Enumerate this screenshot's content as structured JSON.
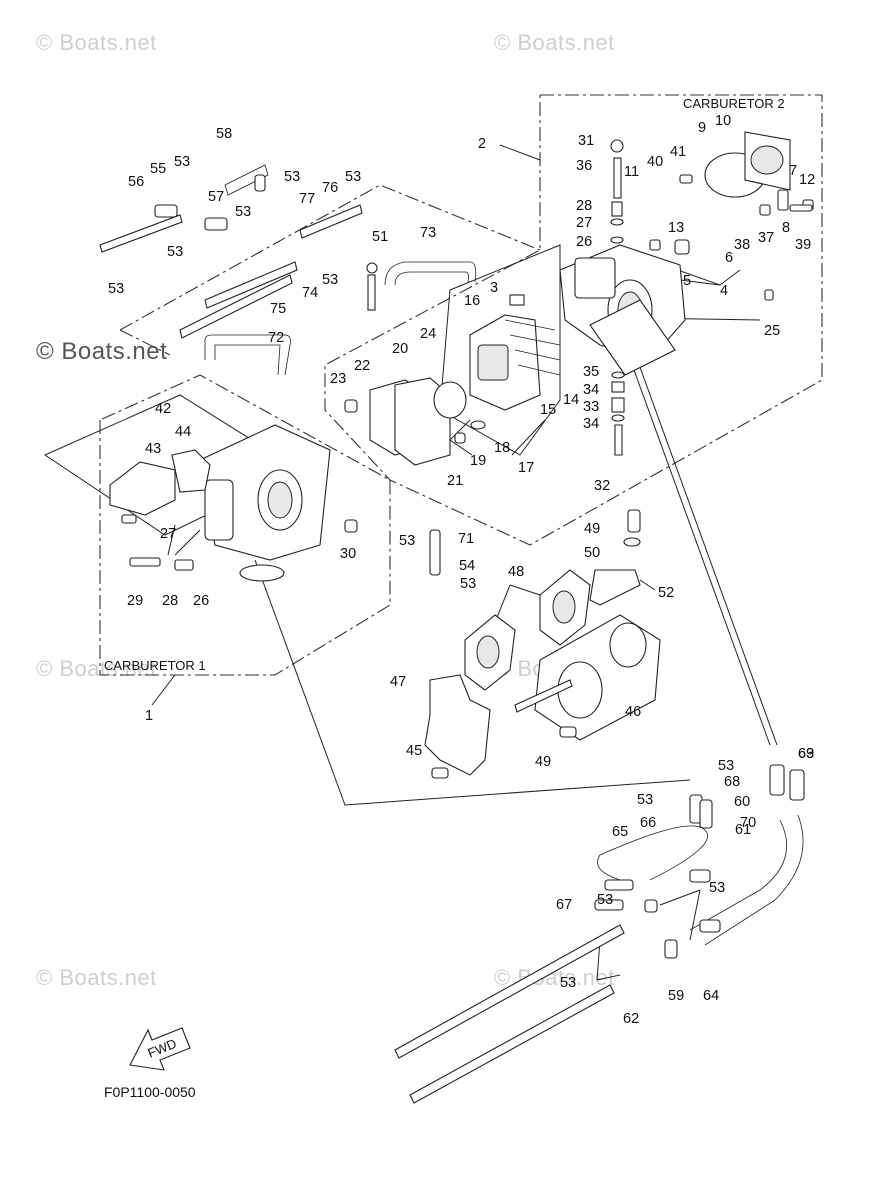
{
  "watermark": "© Boats.net",
  "figure_code": "F0P1100-0050",
  "fwd_label": "FWD",
  "group_labels": {
    "carb1": "CARBURETOR 1",
    "carb2": "CARBURETOR 2"
  },
  "callouts": [
    {
      "id": "c1",
      "text": "1"
    },
    {
      "id": "c2",
      "text": "2"
    },
    {
      "id": "c3",
      "text": "3"
    },
    {
      "id": "c4",
      "text": "4"
    },
    {
      "id": "c5",
      "text": "5"
    },
    {
      "id": "c6",
      "text": "6"
    },
    {
      "id": "c7",
      "text": "7"
    },
    {
      "id": "c8",
      "text": "8"
    },
    {
      "id": "c9",
      "text": "9"
    },
    {
      "id": "c10",
      "text": "10"
    },
    {
      "id": "c11",
      "text": "11"
    },
    {
      "id": "c12",
      "text": "12"
    },
    {
      "id": "c13",
      "text": "13"
    },
    {
      "id": "c14",
      "text": "14"
    },
    {
      "id": "c15",
      "text": "15"
    },
    {
      "id": "c16",
      "text": "16"
    },
    {
      "id": "c17",
      "text": "17"
    },
    {
      "id": "c18",
      "text": "18"
    },
    {
      "id": "c19",
      "text": "19"
    },
    {
      "id": "c20",
      "text": "20"
    },
    {
      "id": "c21",
      "text": "21"
    },
    {
      "id": "c22",
      "text": "22"
    },
    {
      "id": "c23",
      "text": "23"
    },
    {
      "id": "c24",
      "text": "24"
    },
    {
      "id": "c25",
      "text": "25"
    },
    {
      "id": "c26a",
      "text": "26"
    },
    {
      "id": "c26b",
      "text": "26"
    },
    {
      "id": "c27a",
      "text": "27"
    },
    {
      "id": "c27b",
      "text": "27"
    },
    {
      "id": "c28a",
      "text": "28"
    },
    {
      "id": "c28b",
      "text": "28"
    },
    {
      "id": "c29",
      "text": "29"
    },
    {
      "id": "c30",
      "text": "30"
    },
    {
      "id": "c31",
      "text": "31"
    },
    {
      "id": "c32",
      "text": "32"
    },
    {
      "id": "c33",
      "text": "33"
    },
    {
      "id": "c34a",
      "text": "34"
    },
    {
      "id": "c34b",
      "text": "34"
    },
    {
      "id": "c35",
      "text": "35"
    },
    {
      "id": "c36",
      "text": "36"
    },
    {
      "id": "c37",
      "text": "37"
    },
    {
      "id": "c38",
      "text": "38"
    },
    {
      "id": "c39",
      "text": "39"
    },
    {
      "id": "c40",
      "text": "40"
    },
    {
      "id": "c41",
      "text": "41"
    },
    {
      "id": "c42",
      "text": "42"
    },
    {
      "id": "c43",
      "text": "43"
    },
    {
      "id": "c44",
      "text": "44"
    },
    {
      "id": "c45",
      "text": "45"
    },
    {
      "id": "c46",
      "text": "46"
    },
    {
      "id": "c47",
      "text": "47"
    },
    {
      "id": "c48",
      "text": "48"
    },
    {
      "id": "c49a",
      "text": "49"
    },
    {
      "id": "c49b",
      "text": "49"
    },
    {
      "id": "c50",
      "text": "50"
    },
    {
      "id": "c51",
      "text": "51"
    },
    {
      "id": "c52",
      "text": "52"
    },
    {
      "id": "c53a",
      "text": "53"
    },
    {
      "id": "c53b",
      "text": "53"
    },
    {
      "id": "c53c",
      "text": "53"
    },
    {
      "id": "c53d",
      "text": "53"
    },
    {
      "id": "c53e",
      "text": "53"
    },
    {
      "id": "c53f",
      "text": "53"
    },
    {
      "id": "c53g",
      "text": "53"
    },
    {
      "id": "c53h",
      "text": "53"
    },
    {
      "id": "c53i",
      "text": "53"
    },
    {
      "id": "c53j",
      "text": "53"
    },
    {
      "id": "c53k",
      "text": "53"
    },
    {
      "id": "c53l",
      "text": "53"
    },
    {
      "id": "c53m",
      "text": "53"
    },
    {
      "id": "c53n",
      "text": "53"
    },
    {
      "id": "c54",
      "text": "54"
    },
    {
      "id": "c55",
      "text": "55"
    },
    {
      "id": "c56",
      "text": "56"
    },
    {
      "id": "c57",
      "text": "57"
    },
    {
      "id": "c58",
      "text": "58"
    },
    {
      "id": "c59",
      "text": "59"
    },
    {
      "id": "c60",
      "text": "60"
    },
    {
      "id": "c61",
      "text": "61"
    },
    {
      "id": "c62",
      "text": "62"
    },
    {
      "id": "c63",
      "text": "63"
    },
    {
      "id": "c64",
      "text": "64"
    },
    {
      "id": "c65",
      "text": "65"
    },
    {
      "id": "c66",
      "text": "66"
    },
    {
      "id": "c67",
      "text": "67"
    },
    {
      "id": "c68",
      "text": "68"
    },
    {
      "id": "c69",
      "text": "69"
    },
    {
      "id": "c70",
      "text": "70"
    },
    {
      "id": "c71",
      "text": "71"
    },
    {
      "id": "c72",
      "text": "72"
    },
    {
      "id": "c73",
      "text": "73"
    },
    {
      "id": "c74",
      "text": "74"
    },
    {
      "id": "c75",
      "text": "75"
    },
    {
      "id": "c76",
      "text": "76"
    },
    {
      "id": "c77",
      "text": "77"
    }
  ]
}
